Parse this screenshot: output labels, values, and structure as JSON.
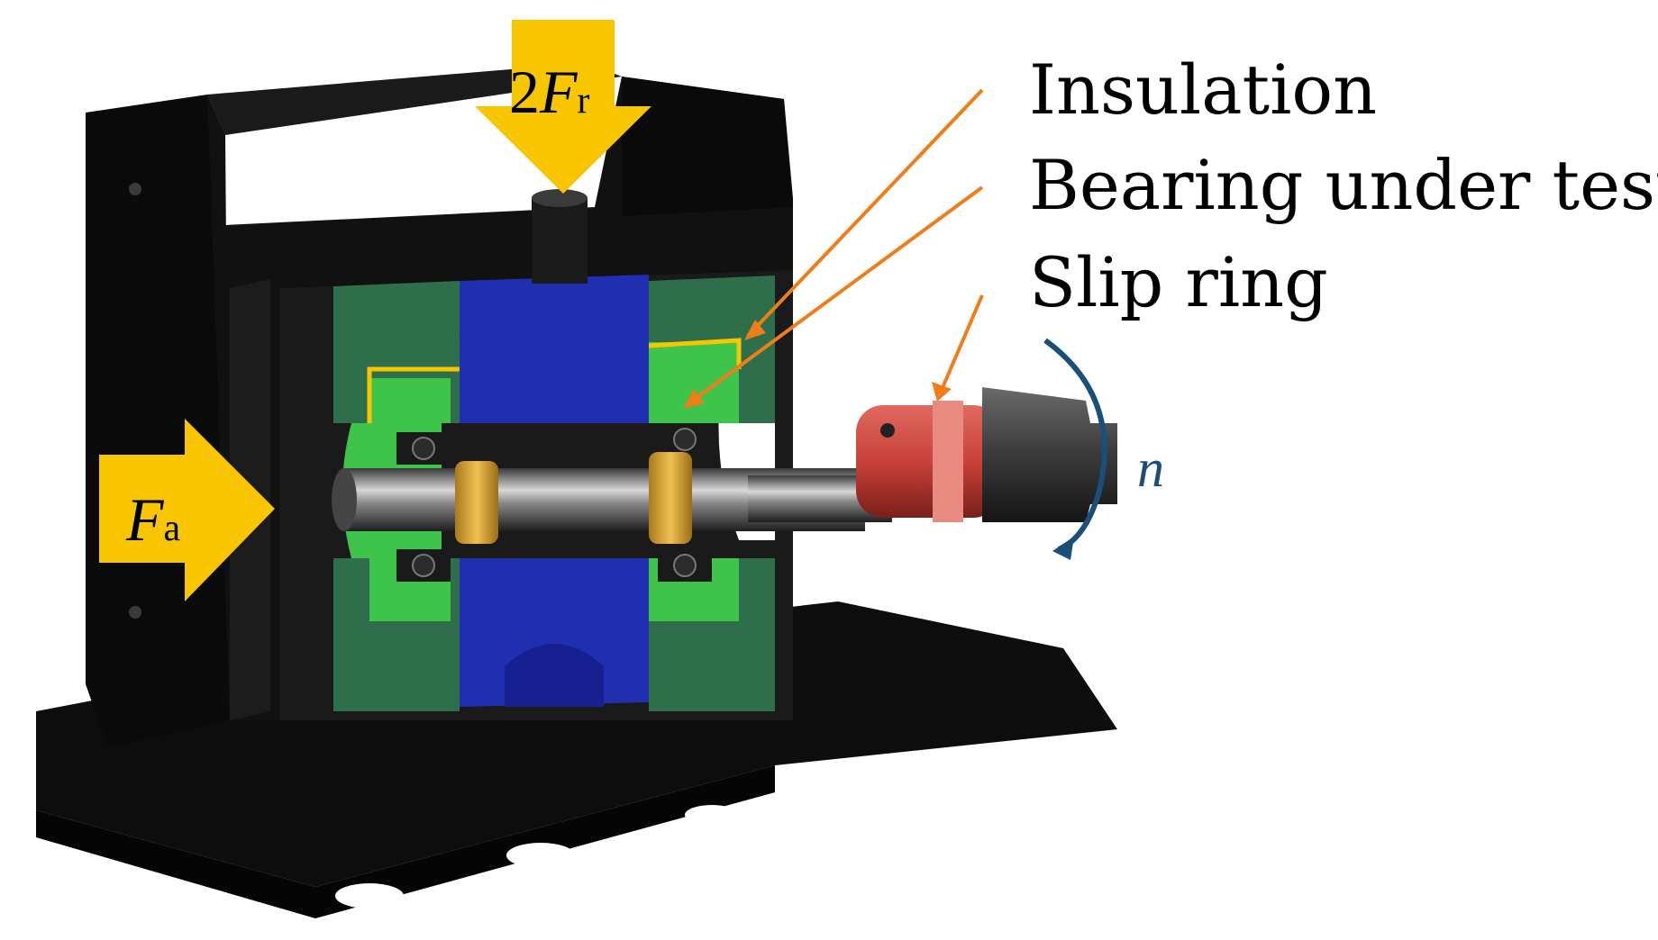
{
  "labels": {
    "insulation": "Insulation",
    "bearing": "Bearing under test",
    "slip_ring": "Slip ring"
  },
  "forces": {
    "radial_coeff": "2",
    "radial_symbol": "F",
    "radial_sub": "r",
    "axial_symbol": "F",
    "axial_sub": "a"
  },
  "speed_symbol": "n",
  "colors": {
    "arrow_yellow": "#f7c600",
    "leader_orange": "#ef7d1a",
    "rotation_blue": "#1a4f7a",
    "housing_black": "#0d0d0d",
    "insert_green": "#2f6e4a",
    "bright_green": "#3ec44a",
    "shaft_blue": "#1f2fb0",
    "slip_ring_red": "#c8413a"
  }
}
